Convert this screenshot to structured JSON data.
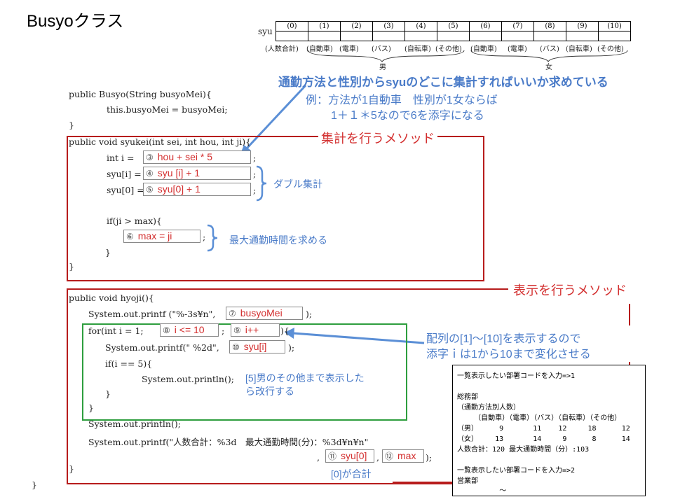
{
  "title": "Busyoクラス",
  "syu_table": {
    "label": "syu",
    "indices": [
      "(0)",
      "(1)",
      "(2)",
      "(3)",
      "(4)",
      "(5)",
      "(6)",
      "(7)",
      "(8)",
      "(9)",
      "(10)"
    ],
    "captions": [
      "(人数合計)",
      "(自動車)",
      "(電車)",
      "(バス)",
      "(自転車)",
      "(その他)",
      "(自動車)",
      "(電車)",
      "(バス)",
      "(自転車)",
      "(その他)"
    ],
    "male": "男",
    "female": "女"
  },
  "explanation": {
    "headline": "通勤方法と性別からsyuのどこに集計すればいいか求めている",
    "line1": "例：方法が1自動車　性別が1女ならば",
    "line2": "1＋１＊5なので6を添字になる"
  },
  "code": {
    "ctor_sig": "public Busyo(String busyoMei){",
    "ctor_body": "this.busyoMei = busyoMei;",
    "close": "}",
    "syukei_sig": "public void syukei(int sei, int hou, int ji){",
    "int_i": "int i =",
    "syu_i": "syu[i] =",
    "syu_0": "syu[0] =",
    "semi": ";",
    "if_ji": "if(ji > max){",
    "hyoji_sig": "public void hyoji(){",
    "printf1_pre": "System.out.printf (\"%-3s¥n\",",
    "printf1_post": ");",
    "for_pre": "for(int i = 1;",
    "for_post": "){",
    "printf2_pre": "System.out.printf(\" %2d\",",
    "printf2_post": ");",
    "if_i5": "if(i == 5){",
    "println": "System.out.println();",
    "println2": "System.out.println();",
    "printf3": "System.out.printf(\"人数合計：%3d　最大通勤時間(分)：%3d¥n¥n\"",
    "comma": ",",
    "comma2": ",",
    "end": ");"
  },
  "answers": {
    "a3": {
      "num": "③",
      "val": "hou + sei * 5"
    },
    "a4": {
      "num": "④",
      "val": "syu [i] + 1"
    },
    "a5": {
      "num": "⑤",
      "val": "syu[0] + 1"
    },
    "a6": {
      "num": "⑥",
      "val": "max = ji"
    },
    "a7": {
      "num": "⑦",
      "val": "busyoMei"
    },
    "a8": {
      "num": "⑧",
      "val": "i <= 10"
    },
    "a9": {
      "num": "⑨",
      "val": "i++"
    },
    "a10": {
      "num": "⑩",
      "val": "syu[i]"
    },
    "a11": {
      "num": "⑪",
      "val": "syu[0]"
    },
    "a12": {
      "num": "⑫",
      "val": "max"
    }
  },
  "labels": {
    "syukei_method": "集計を行うメソッド",
    "hyoji_method": "表示を行うメソッド",
    "double_count": "ダブル集計",
    "max_time": "最大通勤時間を求める",
    "array_note1": "配列の[1]～[10]を表示するので",
    "array_note2": "添字ｉは1から10まで変化させる",
    "newline_note1": "[5]男のその他まで表示した",
    "newline_note2": "ら改行する",
    "total_note": "[0]が合計"
  },
  "console": {
    "lines": [
      "一覧表示したい部署コードを入力=>1",
      "",
      "総務部",
      "（通勤方法別人数）",
      "    （自動車）（電車）（バス）（自転車）（その他）",
      "（男）     9       11    12     18      12",
      "（女）    13       14     9      8      14",
      "人数合計：120 最大通勤時間（分）:103",
      "",
      "一覧表示したい部署コードを入力=>2",
      "営業部",
      "          ～"
    ]
  },
  "colors": {
    "red": "#d32f2f",
    "blue": "#4a7bc8",
    "green": "#2e9e3e",
    "darkred": "#b71c1c"
  }
}
